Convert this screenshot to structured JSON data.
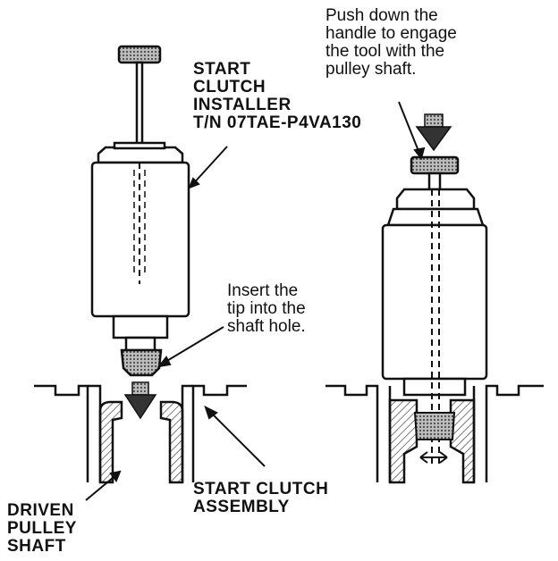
{
  "labels": {
    "tool_name": "START\nCLUTCH\nINSTALLER\nT/N 07TAE-P4VA130",
    "push_instruction": "Push down the\nhandle to engage\nthe tool with the\npulley shaft.",
    "insert_instruction": "Insert the\ntip into the\nshaft hole.",
    "driven_pulley_shaft": "DRIVEN\nPULLEY\nSHAFT",
    "start_clutch_assembly": "START CLUTCH\nASSEMBLY"
  },
  "colors": {
    "ink": "#111111",
    "fill": "#ffffff",
    "hatch": "#222222",
    "knurl": "#555555"
  }
}
